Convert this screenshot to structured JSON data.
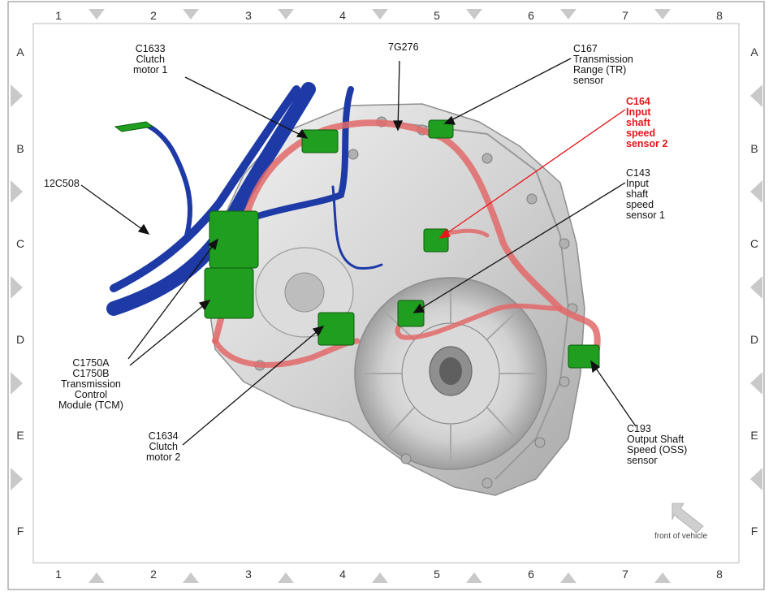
{
  "grid": {
    "columns": [
      "1",
      "2",
      "3",
      "4",
      "5",
      "6",
      "7",
      "8"
    ],
    "rows": [
      "A",
      "B",
      "C",
      "D",
      "E",
      "F"
    ]
  },
  "callouts": {
    "c1633": [
      "C1633",
      "Clutch",
      "motor 1"
    ],
    "g7g276": [
      "7G276"
    ],
    "c167": [
      "C167",
      "Transmission",
      "Range (TR)",
      "sensor"
    ],
    "c164": [
      "C164",
      "Input",
      "shaft",
      "speed",
      "sensor 2"
    ],
    "c143": [
      "C143",
      "Input",
      "shaft",
      "speed",
      "sensor 1"
    ],
    "c12c508": [
      "12C508"
    ],
    "c1750": [
      "C1750A",
      "C1750B",
      "Transmission",
      "Control",
      "Module (TCM)"
    ],
    "c1634": [
      "C1634",
      "Clutch",
      "motor 2"
    ],
    "c193": [
      "C193",
      "Output Shaft",
      "Speed (OSS)",
      "sensor"
    ]
  },
  "front_of_vehicle": "front of vehicle",
  "colors": {
    "highlight": "#e8161b",
    "connector": "#1f9e1f",
    "harness_red": "#e26a6a",
    "harness_blue": "#1d3aa6",
    "housing": "#d6d6d6"
  }
}
